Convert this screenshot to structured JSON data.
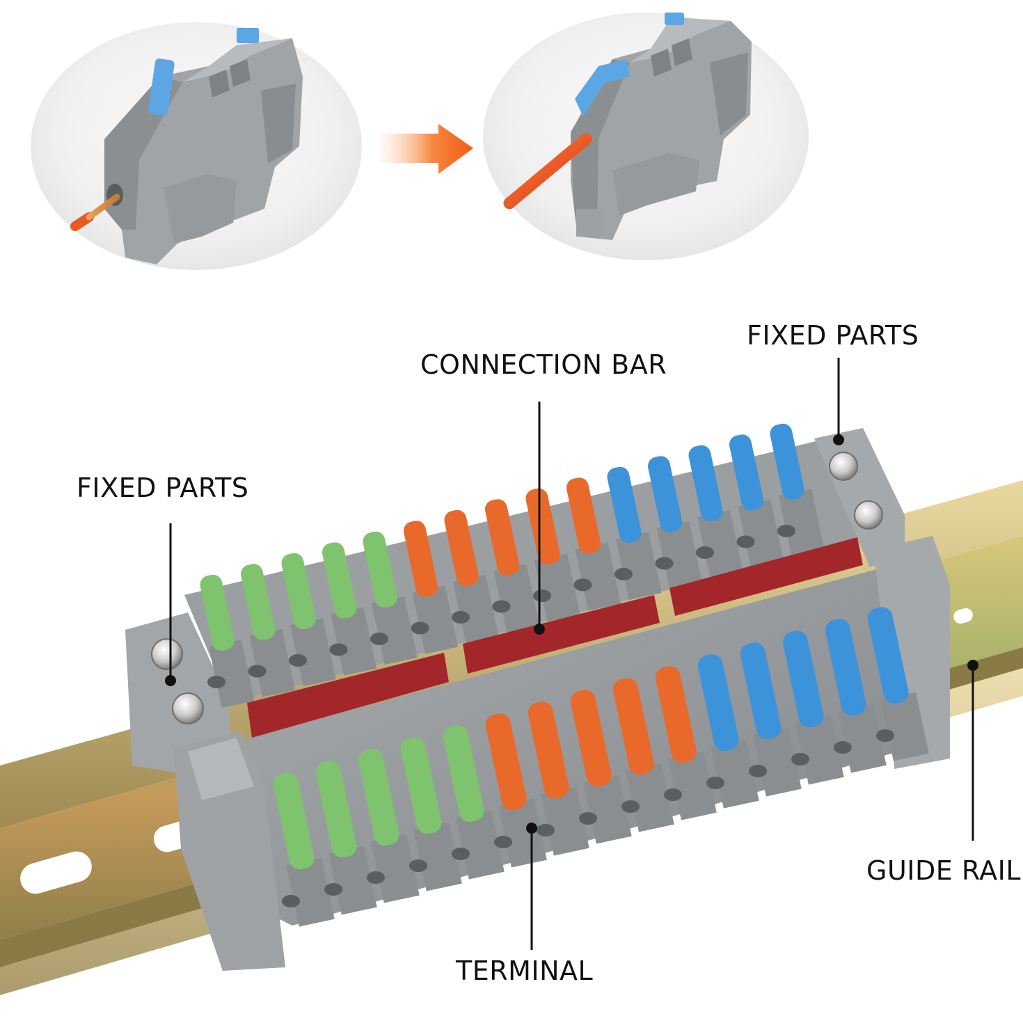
{
  "labels": {
    "connection_bar": "CONNECTION BAR",
    "fixed_parts_left": "FIXED PARTS",
    "fixed_parts_right": "FIXED PARTS",
    "guide_rail": "GUIDE RAIL",
    "terminal": "TERMINAL"
  },
  "colors": {
    "housing_gray": "#8f9294",
    "lever_green": "#7fc36e",
    "lever_orange": "#e8692a",
    "lever_blue": "#3d93d9",
    "connection_bar_red": "#a3262b",
    "wire_orange": "#f2521f",
    "rail_metal": "#b7a55e",
    "arrow_orange": "#f4611a"
  },
  "lever_colors_front_row": [
    "green",
    "green",
    "green",
    "green",
    "green",
    "orange",
    "orange",
    "orange",
    "orange",
    "orange",
    "blue",
    "blue",
    "blue",
    "blue",
    "blue"
  ],
  "lever_colors_back_row": [
    "green",
    "green",
    "green",
    "green",
    "green",
    "orange",
    "orange",
    "orange",
    "orange",
    "orange",
    "blue",
    "blue",
    "blue",
    "blue",
    "blue"
  ]
}
